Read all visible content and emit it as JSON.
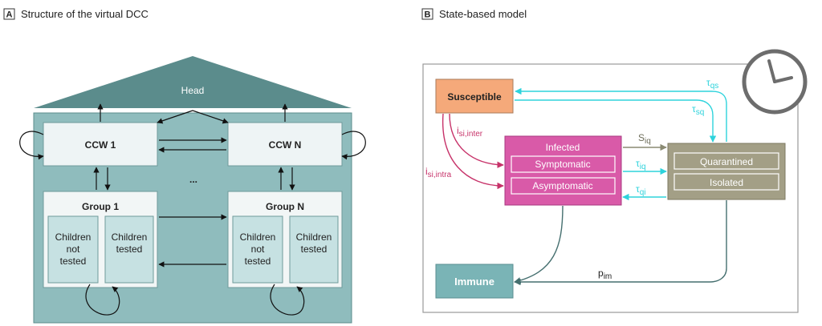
{
  "panel_a": {
    "letter": "A",
    "title": "Structure of the virtual DCC",
    "head_label": "Head",
    "ccw_1": "CCW 1",
    "ccw_n": "CCW N",
    "ellipsis": "...",
    "group_1": "Group 1",
    "group_n": "Group N",
    "children_not_tested": [
      "Children",
      "not",
      "tested"
    ],
    "children_tested": [
      "Children",
      "tested"
    ]
  },
  "panel_b": {
    "letter": "B",
    "title": "State-based model",
    "susceptible": "Susceptible",
    "infected": "Infected",
    "symptomatic": "Symptomatic",
    "asymptomatic": "Asymptomatic",
    "quarantined": "Quarantined",
    "isolated": "Isolated",
    "immune": "Immune",
    "params": {
      "i_si_inter": {
        "base": "i",
        "sub": "si,inter"
      },
      "i_si_intra": {
        "base": "i",
        "sub": "si,intra"
      },
      "s_iq": {
        "base": "S",
        "sub": "iq"
      },
      "tau_iq": {
        "base": "τ",
        "sub": "iq"
      },
      "tau_qi": {
        "base": "τ",
        "sub": "qi"
      },
      "tau_qs": {
        "base": "τ",
        "sub": "qs"
      },
      "tau_sq": {
        "base": "τ",
        "sub": "sq"
      },
      "p_im": {
        "base": "p",
        "sub": "im"
      }
    }
  },
  "colors": {
    "teal_dark": "#5b8c8c",
    "teal_panel": "#8fbcbd",
    "ccw_fill": "#eef4f5",
    "group_fill": "#f2f6f6",
    "child_fill": "#c6e1e2",
    "susceptible": "#f5a97a",
    "infected": "#d95aa8",
    "quarantined": "#a39f86",
    "immune": "#7ab4b6",
    "infection_arrow": "#c7336a",
    "tau_arrow": "#2ed3dc",
    "gray_arrow": "#8a8a72",
    "immune_arrow": "#456f6f"
  }
}
